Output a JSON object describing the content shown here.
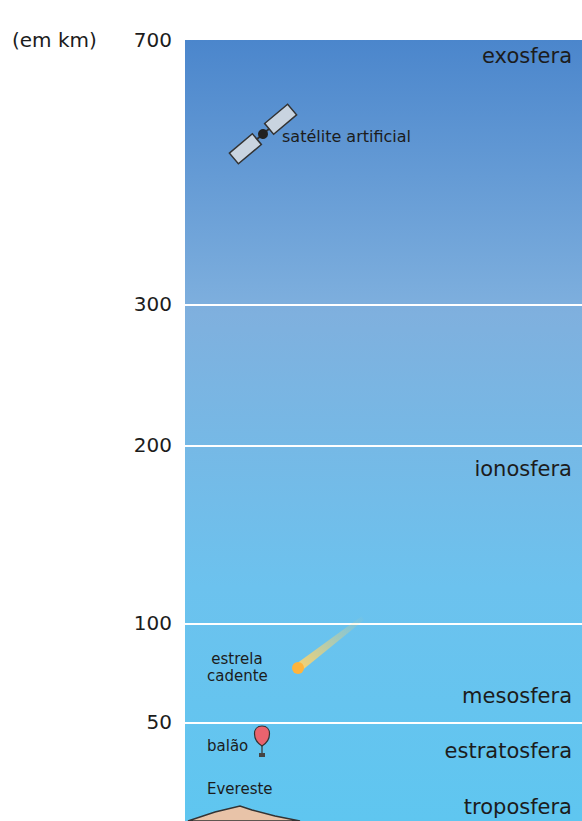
{
  "diagram": {
    "labels": [
      "(em km)",
      "700",
      "exosfera",
      "satélite artificial",
      "300",
      "200",
      "ionosfera",
      "100",
      "estrela cadente",
      "mesosfera",
      "50",
      "balão",
      "estratosfera",
      "Evereste",
      "troposfera"
    ]
  }
}
